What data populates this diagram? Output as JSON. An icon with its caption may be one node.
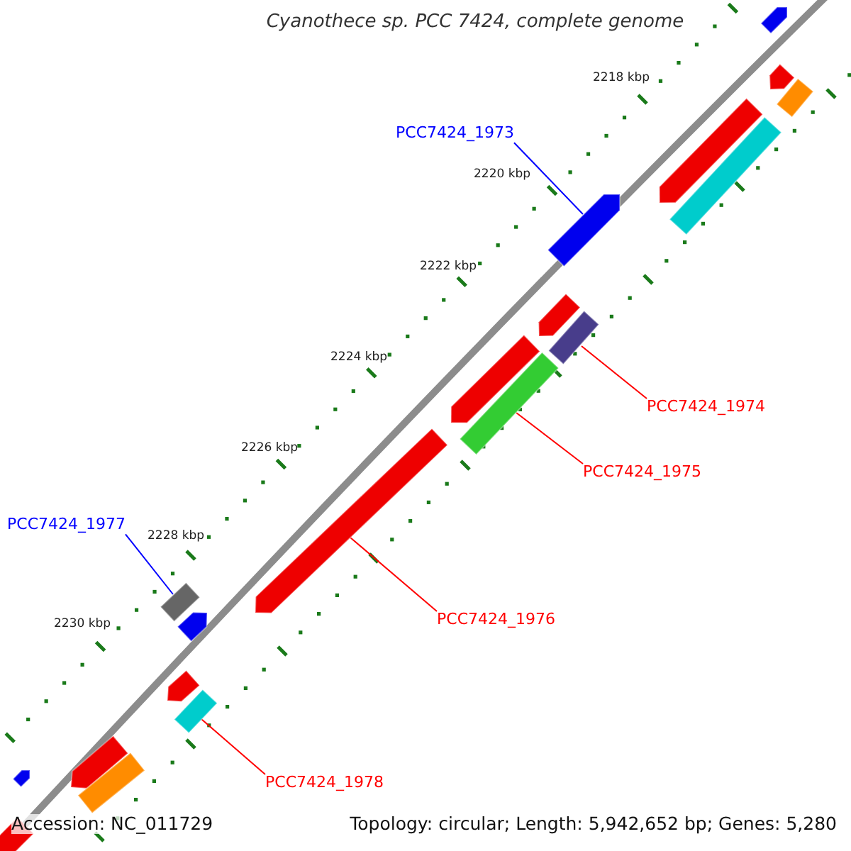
{
  "diagram": {
    "title": "Cyanothece sp. PCC 7424, complete genome",
    "nodes": [
      {
        "text": [],
        "shape": "arrow"
      },
      {
        "text": [],
        "shape": "arrow"
      },
      {
        "text": [],
        "shape": "bar"
      },
      {
        "text": [],
        "shape": "arrow"
      },
      {
        "text": [],
        "shape": "bar"
      },
      {
        "text": [],
        "shape": "arrow"
      },
      {
        "text": [],
        "shape": "arrow"
      },
      {
        "text": [],
        "shape": "bar"
      },
      {
        "text": [],
        "shape": "arrow"
      },
      {
        "text": [],
        "shape": "bar"
      },
      {
        "text": [],
        "shape": "arrow"
      },
      {
        "text": [],
        "shape": "bar"
      },
      {
        "text": [],
        "shape": "arrow"
      },
      {
        "text": [],
        "shape": "arrow"
      },
      {
        "text": [],
        "shape": "bar"
      },
      {
        "text": [],
        "shape": "arrow"
      },
      {
        "text": [],
        "shape": "arrow"
      },
      {
        "text": [],
        "shape": "bar"
      },
      {
        "text": [],
        "shape": "bar"
      },
      {
        "text": [
          "PCC7424_1973"
        ]
      },
      {
        "text": [
          "PCC7424_1974"
        ]
      },
      {
        "text": [
          "PCC7424_1975"
        ]
      },
      {
        "text": [
          "PCC7424_1976"
        ]
      },
      {
        "text": [
          "PCC7424_1977"
        ]
      },
      {
        "text": [
          "PCC7424_1978"
        ]
      }
    ],
    "edges": [
      {
        "from": 19,
        "to": 5,
        "arrow": "none",
        "color": "#0000ff"
      },
      {
        "from": 20,
        "to": 7,
        "arrow": "none"
      },
      {
        "from": 21,
        "to": 9,
        "arrow": "none"
      },
      {
        "from": 22,
        "to": 10,
        "arrow": "none"
      },
      {
        "from": 23,
        "to": 11,
        "arrow": "none",
        "color": "#0000ff"
      },
      {
        "from": 24,
        "to": 14,
        "arrow": "none"
      }
    ],
    "labels": [
      "2218 kbp",
      "2220 kbp",
      "2222 kbp",
      "2224 kbp",
      "2226 kbp",
      "2228 kbp",
      "2230 kbp",
      "Accession: NC_011729",
      "Topology: circular; Length: 5,942,652 bp; Genes: 5,280"
    ]
  }
}
